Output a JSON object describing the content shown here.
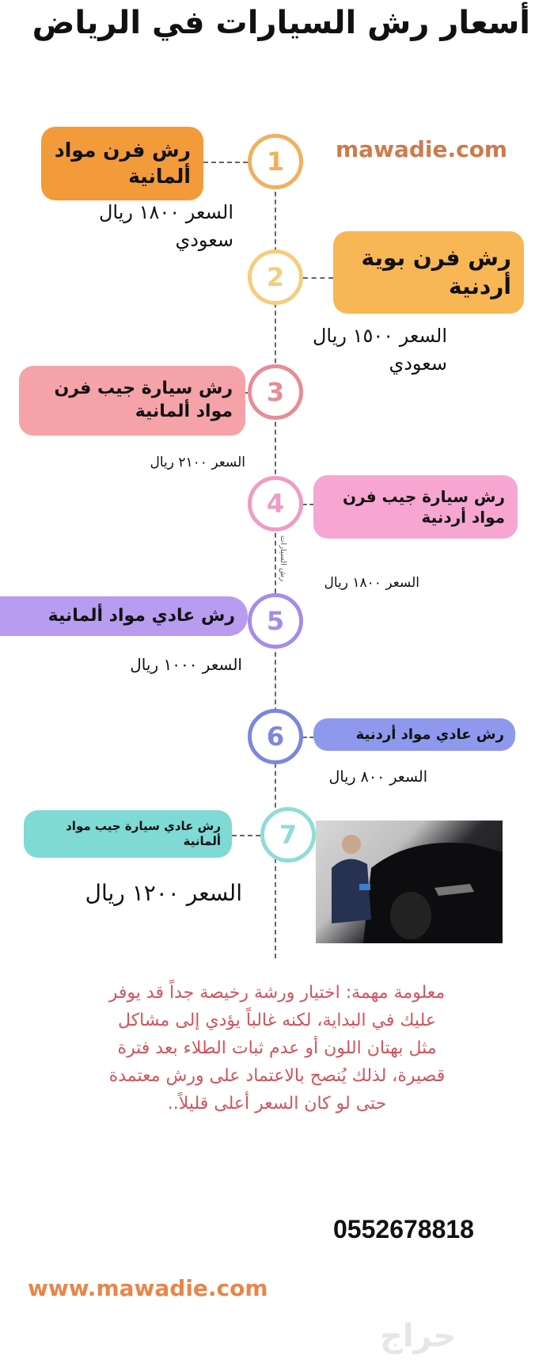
{
  "title": "أسعار رش السيارات في الرياض",
  "brand": "mawadie.com",
  "steps": [
    {
      "num": "1",
      "label": "رش فرن مواد ألمانية",
      "price": "السعر ١٨٠٠ ريال سعودي",
      "color": "#f39a3b",
      "ring": "#f0b15e"
    },
    {
      "num": "2",
      "label": "رش فرن بوية أردنية",
      "price": "السعر ١٥٠٠ ريال سعودي",
      "color": "#f8b655",
      "ring": "#f5cd7c"
    },
    {
      "num": "3",
      "label": "رش سيارة جيب فرن مواد ألمانية",
      "price": "السعر ٢١٠٠ ريال",
      "color": "#f5a3a8",
      "ring": "#e88c96"
    },
    {
      "num": "4",
      "label": "رش سيارة جيب فرن مواد أردنية",
      "price": "السعر ١٨٠٠ ريال",
      "color": "#f7a6d1",
      "ring": "#ee9cc6"
    },
    {
      "num": "5",
      "label": "رش عادي مواد ألمانية",
      "price": "السعر ١٠٠٠ ريال",
      "color": "#b79cf0",
      "ring": "#a78be8"
    },
    {
      "num": "6",
      "label": "رش عادي مواد أردنية",
      "price": "السعر ٨٠٠ ريال",
      "color": "#8e99ee",
      "ring": "#7c86e0"
    },
    {
      "num": "7",
      "label": "رش عادي سيارة جيب مواد ألمانية",
      "price": "السعر ١٢٠٠ ريال",
      "color": "#7fd9d4",
      "ring": "#8fdcd6"
    }
  ],
  "vertical_caption": "رش السيارات",
  "note": "معلومة مهمة: اختيار ورشة رخيصة جداً قد يوفر عليك في البداية، لكنه غالباً يؤدي إلى مشاكل مثل بهتان اللون أو عدم ثبات الطلاء بعد فترة قصيرة، لذلك يُنصح بالاعتماد على ورش معتمدة حتى لو كان السعر أعلى قليلاً..",
  "phone": "0552678818",
  "website": "www.mawadie.com",
  "watermark": "حراج"
}
